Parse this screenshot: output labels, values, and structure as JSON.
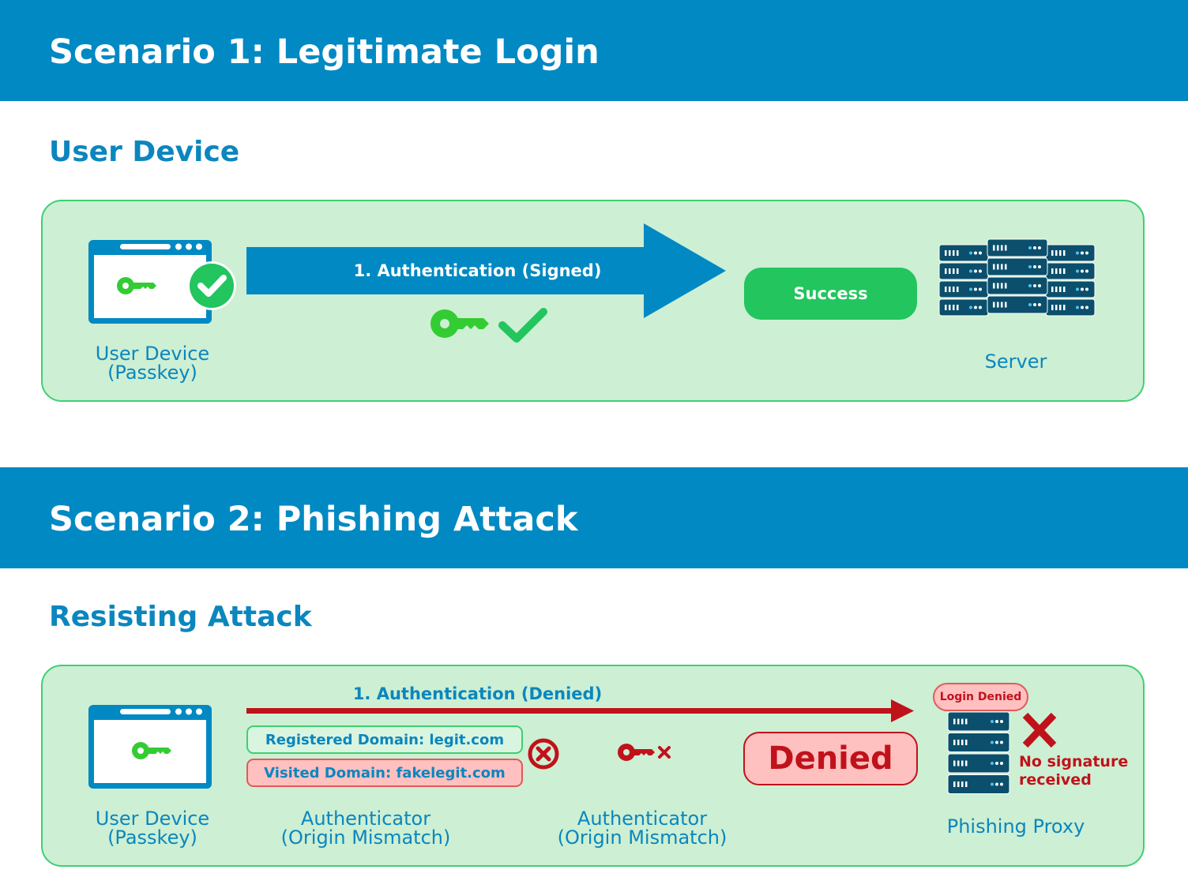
{
  "scenario1": {
    "title": "Scenario 1: Legitimate Login",
    "subtitle": "User Device",
    "device_label": "User Device\n(Passkey)",
    "arrow_label": "1. Authentication (Signed)",
    "status": "Success",
    "server_label": "Server"
  },
  "scenario2": {
    "title": "Scenario 2: Phishing Attack",
    "subtitle": "Resisting Attack",
    "device_label": "User Device\n(Passkey)",
    "arrow_label": "1. Authentication (Denied)",
    "registered_domain": "Registered Domain: legit.com",
    "visited_domain": "Visited Domain: fakelegit.com",
    "authenticator_label_1": "Authenticator\n(Origin Mismatch)",
    "authenticator_label_2": "Authenticator\n(Origin Mismatch)",
    "status": "Denied",
    "login_denied_badge": "Login Denied",
    "no_signature_text": "No signature\nreceived",
    "proxy_label": "Phishing Proxy"
  },
  "colors": {
    "banner": "#0089c3",
    "heading_blue": "#0b86be",
    "panel_fill": "#cdefd3",
    "panel_border": "#3fcf72",
    "success_green": "#22c55e",
    "denied_red": "#c0121b",
    "denied_fill": "#ffc0c0",
    "server_teal": "#0b4f6c"
  },
  "icons": [
    "browser-window-icon",
    "key-icon",
    "checkmark-badge-icon",
    "checkmark-icon",
    "server-rack-icon",
    "cross-circle-icon",
    "key-cross-icon",
    "x-mark-icon"
  ]
}
